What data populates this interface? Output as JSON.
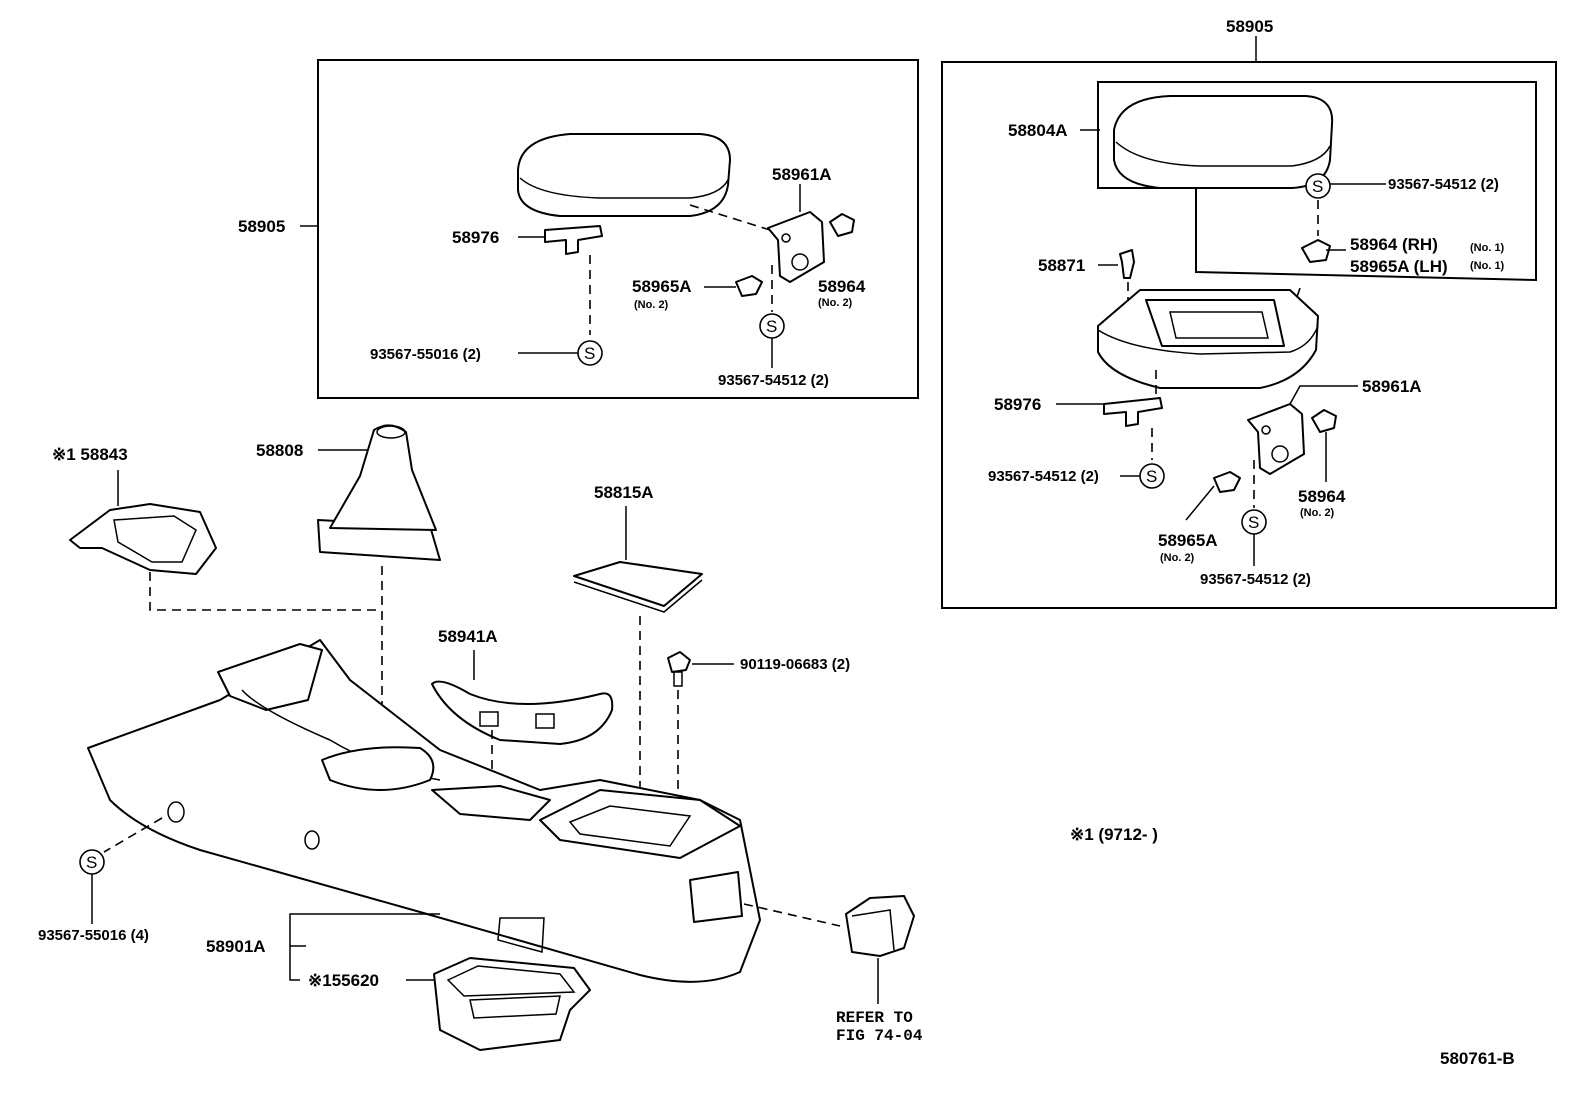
{
  "labels": {
    "top_right_assy": "58905",
    "left_box_assy": "58905",
    "left_58976": "58976",
    "left_58961A": "58961A",
    "left_58965A": "58965A",
    "left_58965A_qty": "(No. 2)",
    "left_58964": "58964",
    "left_58964_qty": "(No. 2)",
    "left_screw_55016": "93567-55016 (2)",
    "left_screw_54512": "93567-54512 (2)",
    "r_58804A": "58804A",
    "r_screw_top": "93567-54512 (2)",
    "r_58871": "58871",
    "r_58964_rh": "58964  (RH)",
    "r_58964_rh_qty": "(No. 1)",
    "r_58965A_lh": "58965A (LH)",
    "r_58965A_lh_qty": "(No. 1)",
    "r_58976": "58976",
    "r_58961A": "58961A",
    "r_screw_mid": "93567-54512 (2)",
    "r_58964": "58964",
    "r_58964_qty": "(No. 2)",
    "r_58965A": "58965A",
    "r_58965A_qty": "(No. 2)",
    "r_screw_bottom": "93567-54512 (2)",
    "p_58843": "※1 58843",
    "p_58808": "58808",
    "p_58815A": "58815A",
    "p_58941A": "58941A",
    "p_90119": "90119-06683 (2)",
    "p_screw_55016_4": "93567-55016 (4)",
    "p_58901A": "58901A",
    "p_155620": "※155620",
    "refer_line1": "REFER TO",
    "refer_line2": "FIG 74-04",
    "note": "※1 (9712-       )",
    "figure_code": "580761-B",
    "s_symbol": "S"
  },
  "colors": {
    "ink": "#000000",
    "paper": "#ffffff"
  }
}
